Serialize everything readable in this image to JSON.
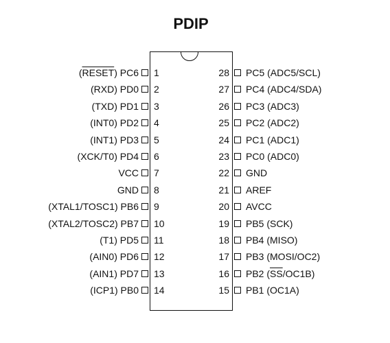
{
  "package_title": "PDIP",
  "left_pins": [
    {
      "num": "1",
      "pre": "(",
      "over": "RESET",
      "post": ") PC6"
    },
    {
      "num": "2",
      "pre": "(RXD) PD0",
      "over": "",
      "post": ""
    },
    {
      "num": "3",
      "pre": "(TXD) PD1",
      "over": "",
      "post": ""
    },
    {
      "num": "4",
      "pre": "(INT0) PD2",
      "over": "",
      "post": ""
    },
    {
      "num": "5",
      "pre": "(INT1) PD3",
      "over": "",
      "post": ""
    },
    {
      "num": "6",
      "pre": "(XCK/T0) PD4",
      "over": "",
      "post": ""
    },
    {
      "num": "7",
      "pre": "VCC",
      "over": "",
      "post": ""
    },
    {
      "num": "8",
      "pre": "GND",
      "over": "",
      "post": ""
    },
    {
      "num": "9",
      "pre": "(XTAL1/TOSC1) PB6",
      "over": "",
      "post": ""
    },
    {
      "num": "10",
      "pre": "(XTAL2/TOSC2) PB7",
      "over": "",
      "post": ""
    },
    {
      "num": "11",
      "pre": "(T1) PD5",
      "over": "",
      "post": ""
    },
    {
      "num": "12",
      "pre": "(AIN0) PD6",
      "over": "",
      "post": ""
    },
    {
      "num": "13",
      "pre": "(AIN1) PD7",
      "over": "",
      "post": ""
    },
    {
      "num": "14",
      "pre": "(ICP1) PB0",
      "over": "",
      "post": ""
    }
  ],
  "right_pins": [
    {
      "num": "28",
      "pre": "PC5 (ADC5/SCL)",
      "over": "",
      "post": ""
    },
    {
      "num": "27",
      "pre": "PC4 (ADC4/SDA)",
      "over": "",
      "post": ""
    },
    {
      "num": "26",
      "pre": "PC3 (ADC3)",
      "over": "",
      "post": ""
    },
    {
      "num": "25",
      "pre": "PC2 (ADC2)",
      "over": "",
      "post": ""
    },
    {
      "num": "24",
      "pre": "PC1 (ADC1)",
      "over": "",
      "post": ""
    },
    {
      "num": "23",
      "pre": "PC0 (ADC0)",
      "over": "",
      "post": ""
    },
    {
      "num": "22",
      "pre": "GND",
      "over": "",
      "post": ""
    },
    {
      "num": "21",
      "pre": "AREF",
      "over": "",
      "post": ""
    },
    {
      "num": "20",
      "pre": "AVCC",
      "over": "",
      "post": ""
    },
    {
      "num": "19",
      "pre": "PB5 (SCK)",
      "over": "",
      "post": ""
    },
    {
      "num": "18",
      "pre": "PB4 (MISO)",
      "over": "",
      "post": ""
    },
    {
      "num": "17",
      "pre": "PB3 (MOSI/OC2)",
      "over": "",
      "post": ""
    },
    {
      "num": "16",
      "pre": "PB2 (",
      "over": "SS",
      "post": "/OC1B)"
    },
    {
      "num": "15",
      "pre": "PB1 (OC1A)",
      "over": "",
      "post": ""
    }
  ]
}
